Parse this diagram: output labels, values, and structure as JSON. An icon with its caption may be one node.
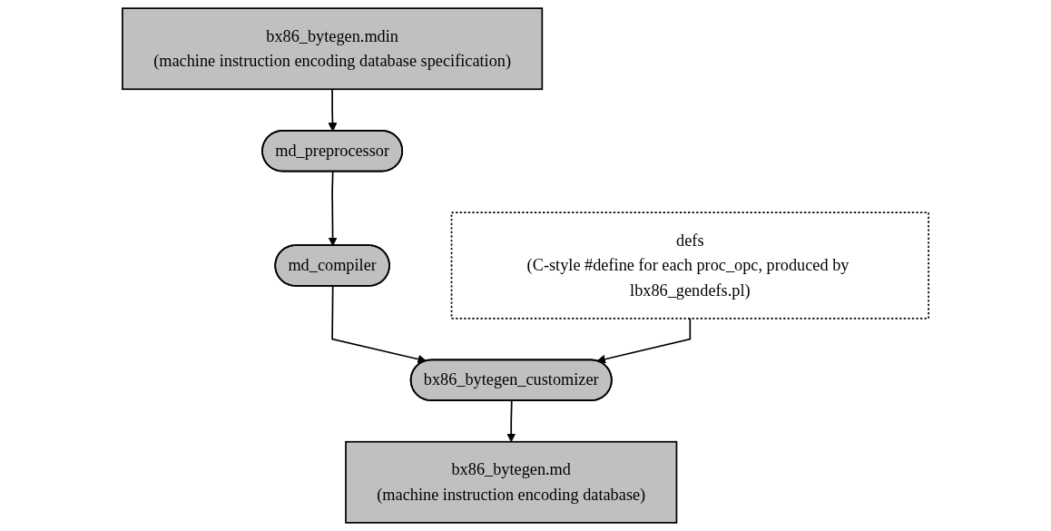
{
  "diagram": {
    "nodes": [
      {
        "text": [
          "bx86_bytegen.mdin",
          "(machine instruction encoding database specification)"
        ]
      },
      {
        "text": [
          "defs",
          "(C-style #define for each proc_opc, produced by lbx86_gendefs.pl)"
        ]
      },
      {
        "text": [
          "md_preprocessor"
        ]
      },
      {
        "text": [
          "md_compiler"
        ]
      },
      {
        "text": [
          "bx86_bytegen_customizer"
        ]
      },
      {
        "text": [
          "bx86_bytegen.md",
          "(machine instruction encoding database)"
        ]
      }
    ],
    "edges": [
      {
        "from": 0,
        "to": 2,
        "arrow": "to"
      },
      {
        "from": 2,
        "to": 3,
        "arrow": "to"
      },
      {
        "from": 3,
        "to": 4,
        "arrow": "to"
      },
      {
        "from": 1,
        "to": 4,
        "arrow": "to"
      },
      {
        "from": 4,
        "to": 5,
        "arrow": "to"
      }
    ]
  }
}
